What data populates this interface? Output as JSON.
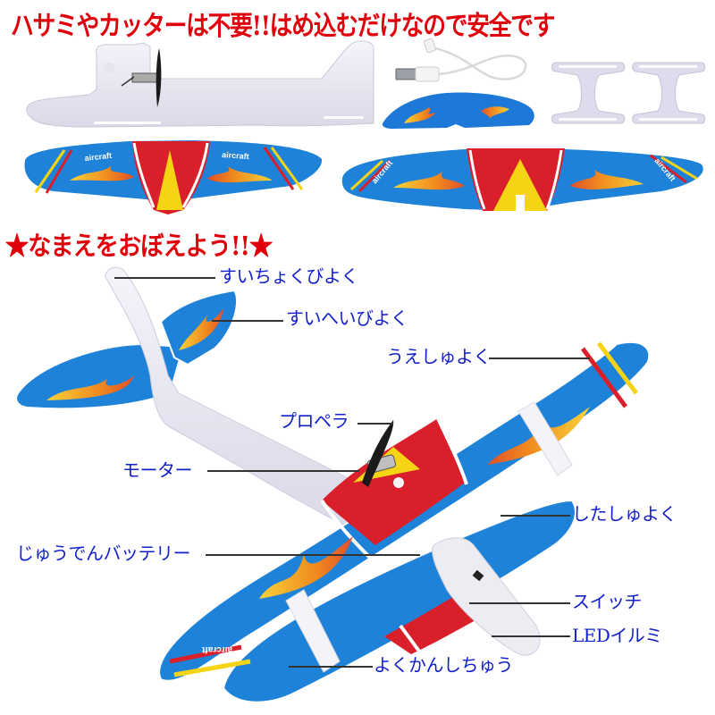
{
  "header": {
    "title": "ハサミやカッターは不要!!はめ込むだけなので安全です",
    "subtitle": "★なまえをおぼえよう!!★"
  },
  "colors": {
    "title_red": "#e0000b",
    "label_blue": "#1420c8",
    "wing_blue": "#1e82d8",
    "stripe_red": "#d9202a",
    "stripe_yellow": "#f5d416",
    "flame_orange": "#f08a1e",
    "foam_white": "#eeeef6"
  },
  "parts": {
    "wing_text": "aircraft",
    "items": [
      {
        "name": "fuselage"
      },
      {
        "name": "usb-cable"
      },
      {
        "name": "horizontal-stabilizer"
      },
      {
        "name": "wing-connector-1"
      },
      {
        "name": "wing-connector-2"
      },
      {
        "name": "lower-main-wing"
      },
      {
        "name": "upper-main-wing"
      }
    ]
  },
  "labels": {
    "vertical_stabilizer": "すいちょくびよく",
    "horizontal_stabilizer": "すいへいびよく",
    "upper_main_wing": "うえしゅよく",
    "propeller": "プロペラ",
    "motor": "モーター",
    "lower_main_wing": "したしゅよく",
    "rechargeable_battery": "じゅうでんバッテリー",
    "switch": "スイッチ",
    "led_light": "LEDイルミ",
    "wing_strut": "よくかんしちゅう"
  }
}
